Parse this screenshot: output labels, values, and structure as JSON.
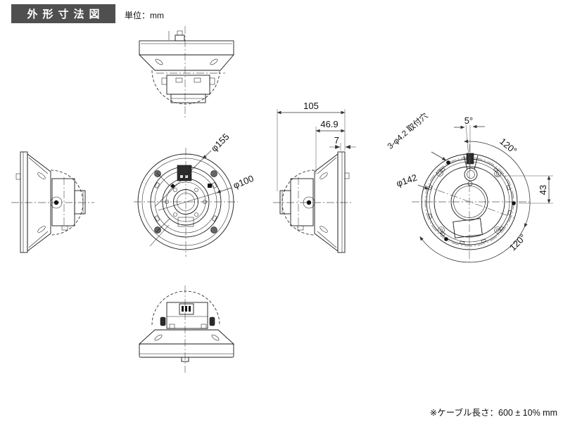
{
  "header": {
    "title": "外形寸法図",
    "unit_label": "単位：mm"
  },
  "footnote": "※ケーブル長さ：600 ± 10% mm",
  "dimensions": {
    "overall_depth": "105",
    "body_depth": "46.9",
    "plate_thickness": "7",
    "outer_diameter": "φ155",
    "dome_diameter": "φ100",
    "bolt_circle_diameter": "φ142",
    "mounting_holes": "3-φ4.2 取付穴",
    "tilt_angle": "5°",
    "hole_spacing_upper": "120°",
    "hole_spacing_lower": "120°",
    "hole_offset_height": "43"
  },
  "colors": {
    "header_bg": "#4f4f4f",
    "header_text": "#ffffff",
    "line": "#1a1a1a",
    "dimension": "#333333"
  }
}
